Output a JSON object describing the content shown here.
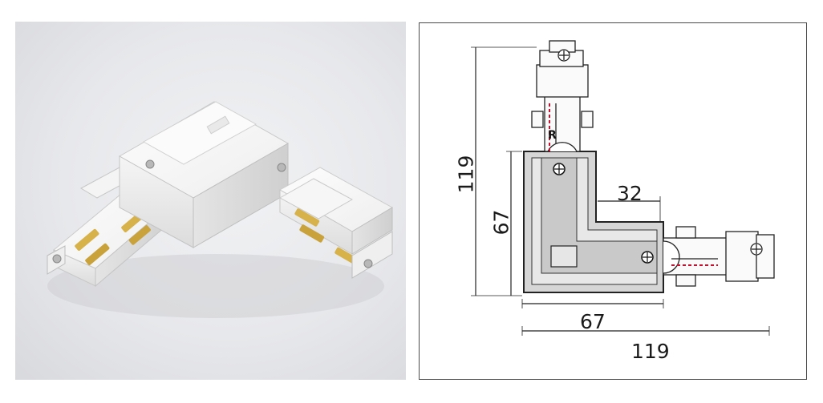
{
  "dimensions": {
    "overall_height": "119",
    "body_height": "67",
    "inner_offset": "32",
    "body_width": "67",
    "overall_width": "119"
  },
  "drawing_marks": {
    "top_arm_letter": "R"
  },
  "colors": {
    "plastic_white": "#f7f7f7",
    "brass_contact": "#d7b24a",
    "body_grey": "#d6d6d6",
    "marker_red": "#c8102e"
  }
}
